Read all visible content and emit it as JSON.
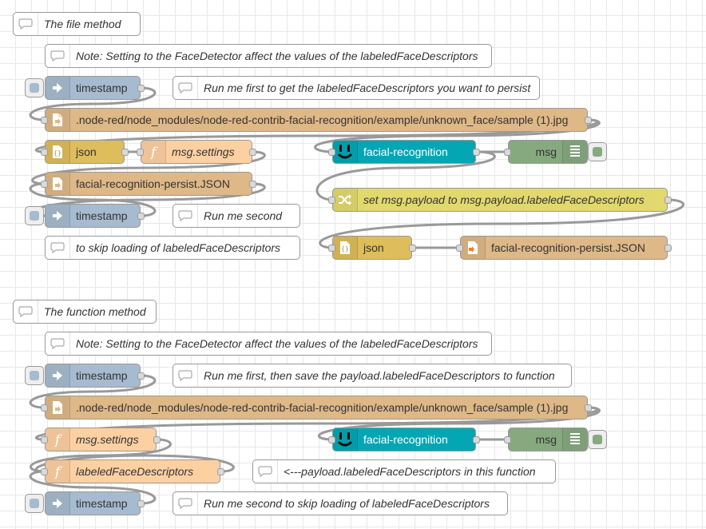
{
  "section1": {
    "title": "The file method",
    "note": "Note: Setting to the FaceDetector affect the values of the labeledFaceDescriptors",
    "inject1": "timestamp",
    "comment_run_first": "Run me first to get the labeledFaceDescriptors you want to persist",
    "file_in": ".node-red/node_modules/node-red-contrib-facial-recognition/example/unknown_face/sample (1).jpg",
    "json1": "json",
    "settings": "msg.settings",
    "facial": "facial-recognition",
    "debug": "msg",
    "persist_in": "facial-recognition-persist.JSON",
    "change": "set msg.payload to msg.payload.labeledFaceDescriptors",
    "inject2": "timestamp",
    "comment_run_second": "Run me second",
    "comment_skip": "to skip loading of labeledFaceDescriptors",
    "json2": "json",
    "persist_out": "facial-recognition-persist.JSON"
  },
  "section2": {
    "title": "The function method",
    "note": "Note: Setting to the FaceDetector affect the values of the labeledFaceDescriptors",
    "inject1": "timestamp",
    "comment_run_first": "Run me first, then save the payload.labeledFaceDescriptors to function",
    "file_in": ".node-red/node_modules/node-red-contrib-facial-recognition/example/unknown_face/sample (1).jpg",
    "settings": "msg.settings",
    "facial": "facial-recognition",
    "debug": "msg",
    "labeled": "labeledFaceDescriptors",
    "comment_arrow": "<---payload.labeledFaceDescriptors in this function",
    "inject2": "timestamp",
    "comment_run_second": "Run me second to skip loading of labeledFaceDescriptors"
  },
  "colors": {
    "inject": "#a6bbcf",
    "file": "#deb887",
    "json": "#debd5c",
    "function": "#fdd0a2",
    "change": "#e2d96e",
    "facial_recognition": "#04a6b4",
    "debug": "#87a980",
    "comment": "#ffffff",
    "wire": "#999999"
  },
  "icons": {
    "comment": "comment-icon",
    "inject": "inject-arrow-icon",
    "file": "file-icon",
    "json": "json-braces-icon",
    "function": "function-icon",
    "change": "shuffle-icon",
    "facial_recognition": "face-icon",
    "debug": "debug-list-icon"
  }
}
